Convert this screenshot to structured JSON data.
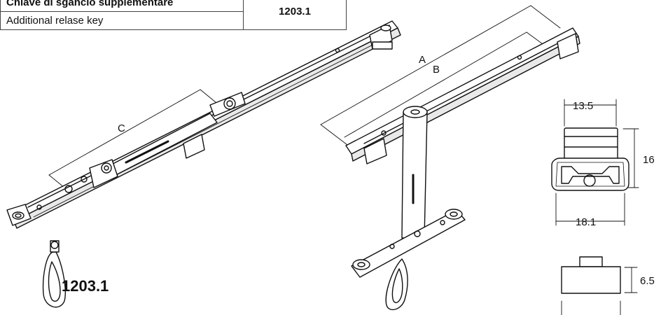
{
  "legend": {
    "label_it": "Chiave di sgancio supplementare",
    "label_en": "Additional relase key",
    "code": "1203.1"
  },
  "key_label": "1203.1",
  "dimensions": {
    "A": "A",
    "B": "B",
    "C": "C",
    "width_top": "13.5",
    "height_side": "16",
    "width_bottom": "18.1",
    "height_small": "6.5"
  }
}
